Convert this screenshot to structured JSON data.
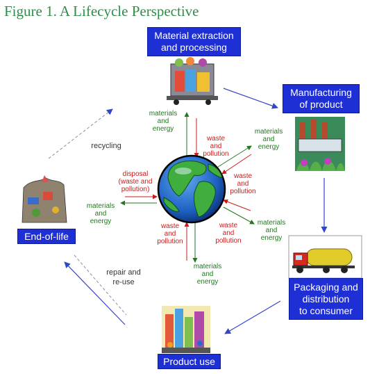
{
  "title": "Figure 1.  A Lifecycle Perspective",
  "stages": {
    "extraction": [
      "Material extraction",
      "and processing"
    ],
    "manufacturing": [
      "Manufacturing",
      "of product"
    ],
    "packaging": [
      "Packaging and",
      "distribution",
      "to consumer"
    ],
    "use": [
      "Product use"
    ],
    "end_of_life": [
      "End-of-life"
    ]
  },
  "flows": {
    "top_in": [
      "materials",
      "and",
      "energy"
    ],
    "top_out": [
      "waste",
      "and",
      "pollution"
    ],
    "mfg_in": [
      "materials",
      "and",
      "energy"
    ],
    "mfg_out": [
      "waste",
      "and",
      "pollution"
    ],
    "left_out": [
      "disposal",
      "(waste and",
      "pollution)"
    ],
    "left_in": [
      "materials",
      "and",
      "energy"
    ],
    "pkg_in": [
      "materials",
      "and",
      "energy"
    ],
    "pkg_out": [
      "waste",
      "and",
      "pollution"
    ],
    "bottom_out": [
      "waste",
      "and",
      "pollution"
    ],
    "bottom_in": [
      "materials",
      "and",
      "energy"
    ]
  },
  "cycle_labels": {
    "recycling": "recycling",
    "repair": [
      "repair and",
      "re-use"
    ]
  },
  "colors": {
    "stage_box": "#1f2fd6",
    "inflow": "#1f7a1f",
    "outflow": "#cc1b1b",
    "cycle_arrow": "#3246c8",
    "title": "#2d8e48"
  },
  "icons": [
    "globe-icon",
    "factory-icon",
    "mining-cart-icon",
    "tanker-truck-icon",
    "city-icon",
    "landfill-icon"
  ]
}
